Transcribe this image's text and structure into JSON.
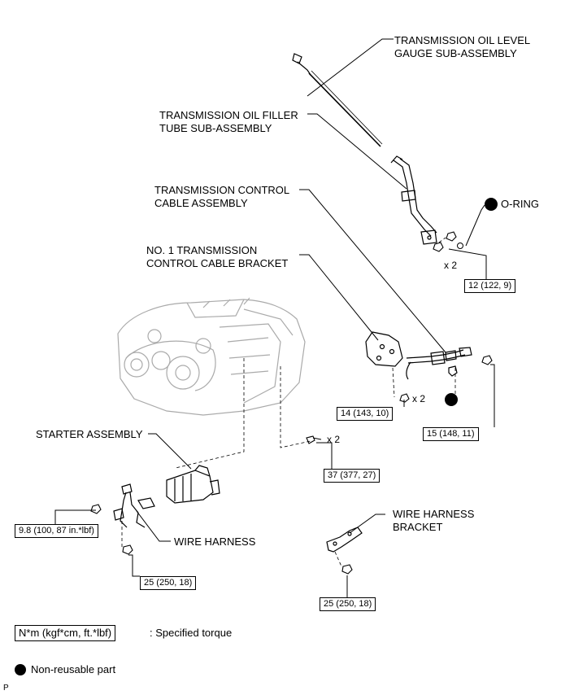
{
  "parts": {
    "oil_level_gauge": [
      "TRANSMISSION OIL LEVEL",
      "GAUGE SUB-ASSEMBLY"
    ],
    "oil_filler_tube": [
      "TRANSMISSION OIL FILLER",
      "TUBE SUB-ASSEMBLY"
    ],
    "control_cable": [
      "TRANSMISSION CONTROL",
      "CABLE ASSEMBLY"
    ],
    "cable_bracket": [
      "NO. 1 TRANSMISSION",
      "CONTROL CABLE BRACKET"
    ],
    "starter": "STARTER ASSEMBLY",
    "wire_harness": "WIRE HARNESS",
    "harness_bracket": [
      "WIRE HARNESS",
      "BRACKET"
    ],
    "o_ring": "O-RING"
  },
  "torques": {
    "filler_tube_bolt": "12 (122, 9)",
    "bracket_bolt": "14 (143, 10)",
    "cable_nut": "15 (148, 11)",
    "starter_bolt": "37 (377, 27)",
    "terminal_nut": "9.8 (100, 87 in.*lbf)",
    "harness_bolt": "25 (250, 18)",
    "harness_bracket_bolt": "25 (250, 18)"
  },
  "quantities": {
    "filler_tube_bolt": "x 2",
    "bracket_bolt": "x 2",
    "starter_bolt": "x 2"
  },
  "legend": {
    "torque_box": "N*m (kgf*cm, ft.*lbf)",
    "torque_text": ": Specified torque",
    "nonreusable_text": "Non-reusable part"
  },
  "corner_code": "P"
}
